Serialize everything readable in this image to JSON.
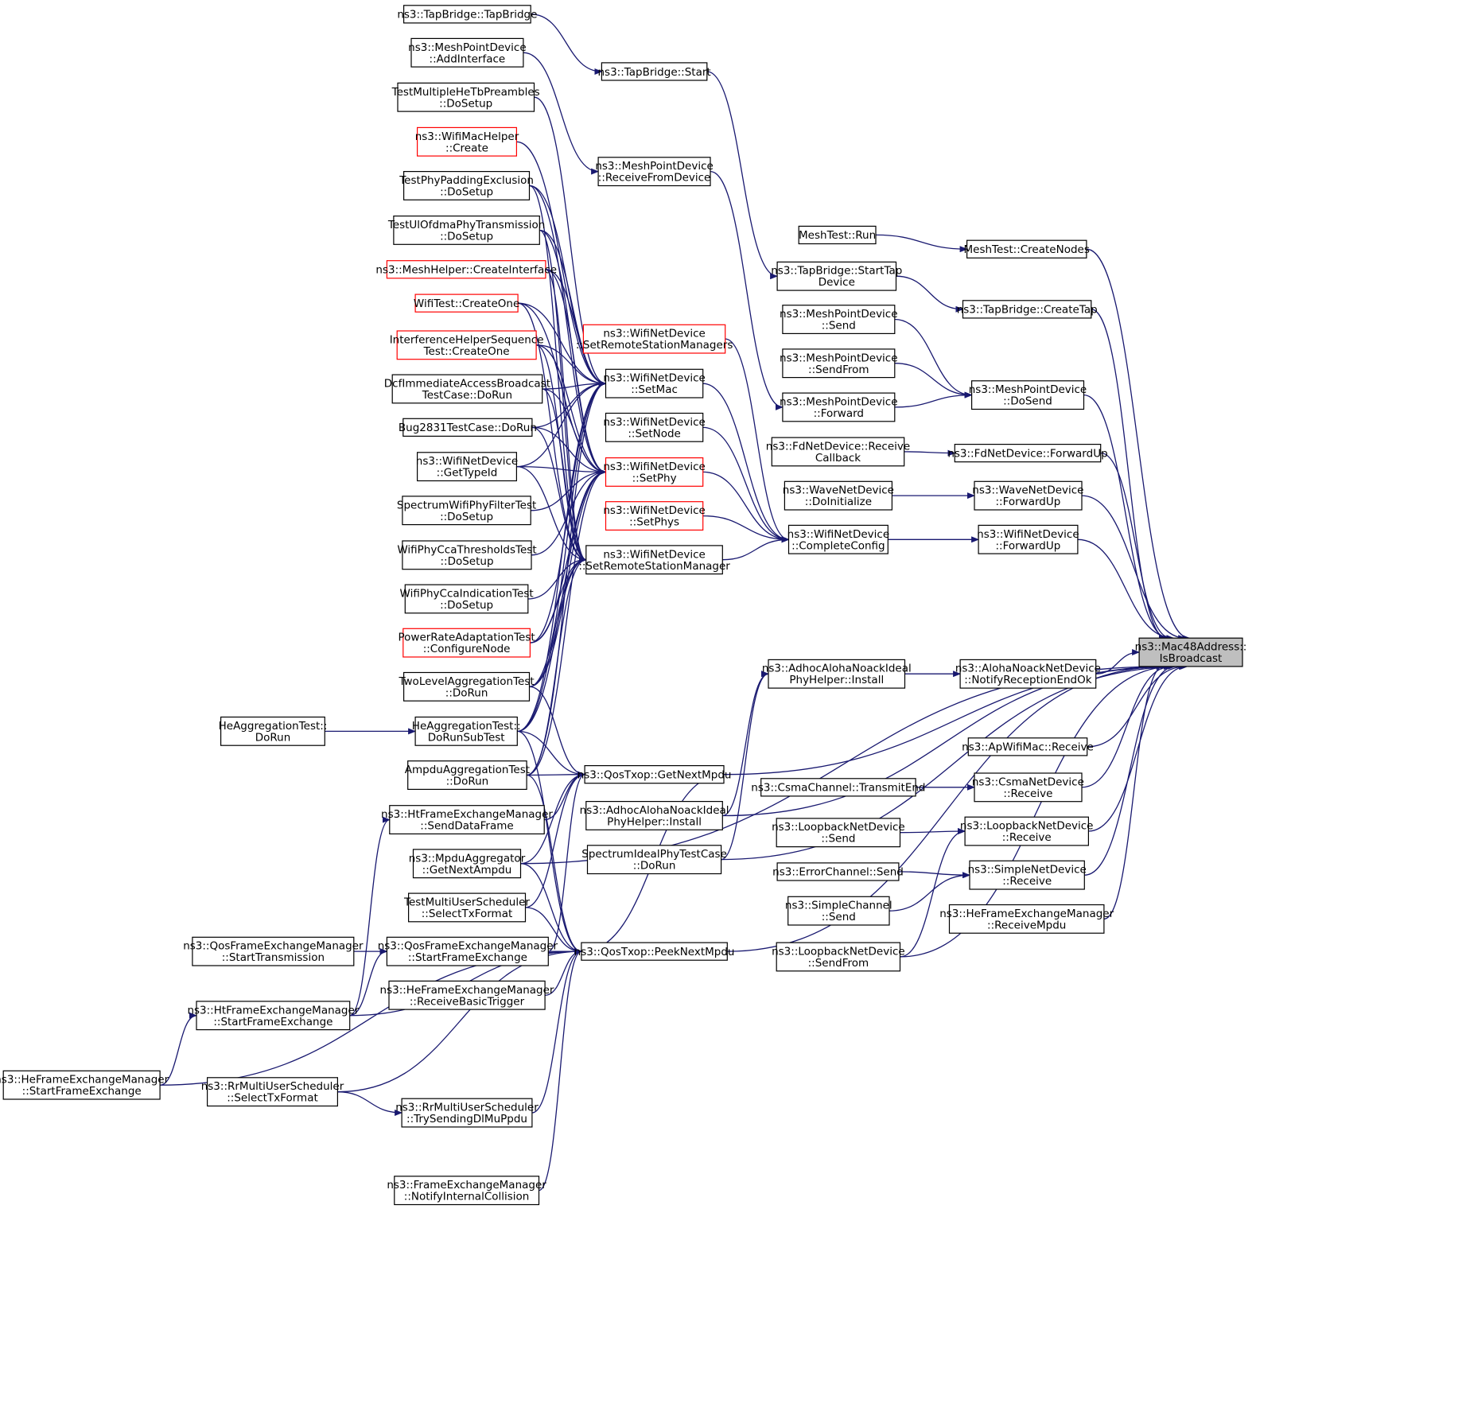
{
  "graph": {
    "kind": "caller graph",
    "colors": {
      "edge": "#191970",
      "box_border": "#000000",
      "red_box_border": "#ff0000",
      "target_fill": "#bfbfbf"
    },
    "target": {
      "id": "isbroadcast",
      "lines": [
        "ns3::Mac48Address::",
        "IsBroadcast"
      ]
    },
    "nodes": [
      {
        "id": "tb_tb",
        "lines": [
          "ns3::TapBridge::TapBridge"
        ],
        "red": false
      },
      {
        "id": "mpd_addif",
        "lines": [
          "ns3::MeshPointDevice",
          "::AddInterface"
        ],
        "red": false
      },
      {
        "id": "tmhtp",
        "lines": [
          "TestMultipleHeTbPreambles",
          "::DoSetup"
        ],
        "red": false
      },
      {
        "id": "wmh_create",
        "lines": [
          "ns3::WifiMacHelper",
          "::Create"
        ],
        "red": true
      },
      {
        "id": "tppe",
        "lines": [
          "TestPhyPaddingExclusion",
          "::DoSetup"
        ],
        "red": false
      },
      {
        "id": "tuopt",
        "lines": [
          "TestUlOfdmaPhyTransmission",
          "::DoSetup"
        ],
        "red": false
      },
      {
        "id": "mh_ci",
        "lines": [
          "ns3::MeshHelper::CreateInterface"
        ],
        "red": true
      },
      {
        "id": "wt_co",
        "lines": [
          "WifiTest::CreateOne"
        ],
        "red": true
      },
      {
        "id": "ihst",
        "lines": [
          "InterferenceHelperSequence",
          "Test::CreateOne"
        ],
        "red": true
      },
      {
        "id": "diabt",
        "lines": [
          "DcfImmediateAccessBroadcast",
          "TestCase::DoRun"
        ],
        "red": false
      },
      {
        "id": "bug2831",
        "lines": [
          "Bug2831TestCase::DoRun"
        ],
        "red": false
      },
      {
        "id": "wnd_gti",
        "lines": [
          "ns3::WifiNetDevice",
          "::GetTypeId"
        ],
        "red": false
      },
      {
        "id": "swpft",
        "lines": [
          "SpectrumWifiPhyFilterTest",
          "::DoSetup"
        ],
        "red": false
      },
      {
        "id": "wpctt",
        "lines": [
          "WifiPhyCcaThresholdsTest",
          "::DoSetup"
        ],
        "red": false
      },
      {
        "id": "wpcit",
        "lines": [
          "WifiPhyCcaIndicationTest",
          "::DoSetup"
        ],
        "red": false
      },
      {
        "id": "prat",
        "lines": [
          "PowerRateAdaptationTest",
          "::ConfigureNode"
        ],
        "red": true
      },
      {
        "id": "tlat",
        "lines": [
          "TwoLevelAggregationTest",
          "::DoRun"
        ],
        "red": false
      },
      {
        "id": "hat_dr",
        "lines": [
          "HeAggregationTest::",
          "DoRun"
        ],
        "red": false
      },
      {
        "id": "hat_drst",
        "lines": [
          "HeAggregationTest::",
          "DoRunSubTest"
        ],
        "red": false
      },
      {
        "id": "aat",
        "lines": [
          "AmpduAggregationTest",
          "::DoRun"
        ],
        "red": false
      },
      {
        "id": "htfem_sdf",
        "lines": [
          "ns3::HtFrameExchangeManager",
          "::SendDataFrame"
        ],
        "red": false
      },
      {
        "id": "ma_gna",
        "lines": [
          "ns3::MpduAggregator",
          "::GetNextAmpdu"
        ],
        "red": false
      },
      {
        "id": "tmus",
        "lines": [
          "TestMultiUserScheduler",
          "::SelectTxFormat"
        ],
        "red": false
      },
      {
        "id": "qfem_st",
        "lines": [
          "ns3::QosFrameExchangeManager",
          "::StartTransmission"
        ],
        "red": false
      },
      {
        "id": "qfem_sfe",
        "lines": [
          "ns3::QosFrameExchangeManager",
          "::StartFrameExchange"
        ],
        "red": false
      },
      {
        "id": "hefem_rbt",
        "lines": [
          "ns3::HeFrameExchangeManager",
          "::ReceiveBasicTrigger"
        ],
        "red": false
      },
      {
        "id": "htfem_sfe",
        "lines": [
          "ns3::HtFrameExchangeManager",
          "::StartFrameExchange"
        ],
        "red": false
      },
      {
        "id": "hefem_sfe",
        "lines": [
          "ns3::HeFrameExchangeManager",
          "::StartFrameExchange"
        ],
        "red": false
      },
      {
        "id": "rmus_stf",
        "lines": [
          "ns3::RrMultiUserScheduler",
          "::SelectTxFormat"
        ],
        "red": false
      },
      {
        "id": "rmus_tsdm",
        "lines": [
          "ns3::RrMultiUserScheduler",
          "::TrySendingDlMuPpdu"
        ],
        "red": false
      },
      {
        "id": "fem_nic",
        "lines": [
          "ns3::FrameExchangeManager",
          "::NotifyInternalCollision"
        ],
        "red": false
      },
      {
        "id": "tb_start",
        "lines": [
          "ns3::TapBridge::Start"
        ],
        "red": false
      },
      {
        "id": "mpd_rfd",
        "lines": [
          "ns3::MeshPointDevice",
          "::ReceiveFromDevice"
        ],
        "red": false
      },
      {
        "id": "wnd_srsms",
        "lines": [
          "ns3::WifiNetDevice",
          "::SetRemoteStationManagers"
        ],
        "red": true
      },
      {
        "id": "wnd_setmac",
        "lines": [
          "ns3::WifiNetDevice",
          "::SetMac"
        ],
        "red": false
      },
      {
        "id": "wnd_setnode",
        "lines": [
          "ns3::WifiNetDevice",
          "::SetNode"
        ],
        "red": false
      },
      {
        "id": "wnd_setphy",
        "lines": [
          "ns3::WifiNetDevice",
          "::SetPhy"
        ],
        "red": true
      },
      {
        "id": "wnd_setphys",
        "lines": [
          "ns3::WifiNetDevice",
          "::SetPhys"
        ],
        "red": true
      },
      {
        "id": "wnd_srsm",
        "lines": [
          "ns3::WifiNetDevice",
          "::SetRemoteStationManager"
        ],
        "red": false
      },
      {
        "id": "qt_gnm",
        "lines": [
          "ns3::QosTxop::GetNextMpdu"
        ],
        "red": false
      },
      {
        "id": "aanip_2",
        "lines": [
          "ns3::AdhocAlohaNoackIdeal",
          "PhyHelper::Install"
        ],
        "red": false
      },
      {
        "id": "sipt",
        "lines": [
          "SpectrumIdealPhyTestCase",
          "::DoRun"
        ],
        "red": false
      },
      {
        "id": "qt_pnm",
        "lines": [
          "ns3::QosTxop::PeekNextMpdu"
        ],
        "red": false
      },
      {
        "id": "mt_run",
        "lines": [
          "MeshTest::Run"
        ],
        "red": false
      },
      {
        "id": "tb_std",
        "lines": [
          "ns3::TapBridge::StartTap",
          "Device"
        ],
        "red": false
      },
      {
        "id": "mpd_send",
        "lines": [
          "ns3::MeshPointDevice",
          "::Send"
        ],
        "red": false
      },
      {
        "id": "mpd_sendfrom",
        "lines": [
          "ns3::MeshPointDevice",
          "::SendFrom"
        ],
        "red": false
      },
      {
        "id": "mpd_fwd",
        "lines": [
          "ns3::MeshPointDevice",
          "::Forward"
        ],
        "red": false
      },
      {
        "id": "fnd_rc",
        "lines": [
          "ns3::FdNetDevice::Receive",
          "Callback"
        ],
        "red": false
      },
      {
        "id": "wand_di",
        "lines": [
          "ns3::WaveNetDevice",
          "::DoInitialize"
        ],
        "red": false
      },
      {
        "id": "wnd_cc",
        "lines": [
          "ns3::WifiNetDevice",
          "::CompleteConfig"
        ],
        "red": false
      },
      {
        "id": "aanip_1",
        "lines": [
          "ns3::AdhocAlohaNoackIdeal",
          "PhyHelper::Install"
        ],
        "red": false
      },
      {
        "id": "cc_te",
        "lines": [
          "ns3::CsmaChannel::TransmitEnd"
        ],
        "red": false
      },
      {
        "id": "lnd_send",
        "lines": [
          "ns3::LoopbackNetDevice",
          "::Send"
        ],
        "red": false
      },
      {
        "id": "ec_send",
        "lines": [
          "ns3::ErrorChannel::Send"
        ],
        "red": false
      },
      {
        "id": "sc_send",
        "lines": [
          "ns3::SimpleChannel",
          "::Send"
        ],
        "red": false
      },
      {
        "id": "lnd_sendfrom",
        "lines": [
          "ns3::LoopbackNetDevice",
          "::SendFrom"
        ],
        "red": false
      },
      {
        "id": "mt_cn",
        "lines": [
          "MeshTest::CreateNodes"
        ],
        "red": false
      },
      {
        "id": "tb_ct",
        "lines": [
          "ns3::TapBridge::CreateTap"
        ],
        "red": false
      },
      {
        "id": "mpd_dosend",
        "lines": [
          "ns3::MeshPointDevice",
          "::DoSend"
        ],
        "red": false
      },
      {
        "id": "fnd_fu",
        "lines": [
          "ns3::FdNetDevice::ForwardUp"
        ],
        "red": false
      },
      {
        "id": "wand_fu",
        "lines": [
          "ns3::WaveNetDevice",
          "::ForwardUp"
        ],
        "red": false
      },
      {
        "id": "wnd_fu",
        "lines": [
          "ns3::WifiNetDevice",
          "::ForwardUp"
        ],
        "red": false
      },
      {
        "id": "anand_nreo",
        "lines": [
          "ns3::AlohaNoackNetDevice",
          "::NotifyReceptionEndOk"
        ],
        "red": false
      },
      {
        "id": "awm_recv",
        "lines": [
          "ns3::ApWifiMac::Receive"
        ],
        "red": false
      },
      {
        "id": "cnd_recv",
        "lines": [
          "ns3::CsmaNetDevice",
          "::Receive"
        ],
        "red": false
      },
      {
        "id": "lnd_recv",
        "lines": [
          "ns3::LoopbackNetDevice",
          "::Receive"
        ],
        "red": false
      },
      {
        "id": "snd_recv",
        "lines": [
          "ns3::SimpleNetDevice",
          "::Receive"
        ],
        "red": false
      },
      {
        "id": "hefem_rm",
        "lines": [
          "ns3::HeFrameExchangeManager",
          "::ReceiveMpdu"
        ],
        "red": false
      }
    ]
  }
}
